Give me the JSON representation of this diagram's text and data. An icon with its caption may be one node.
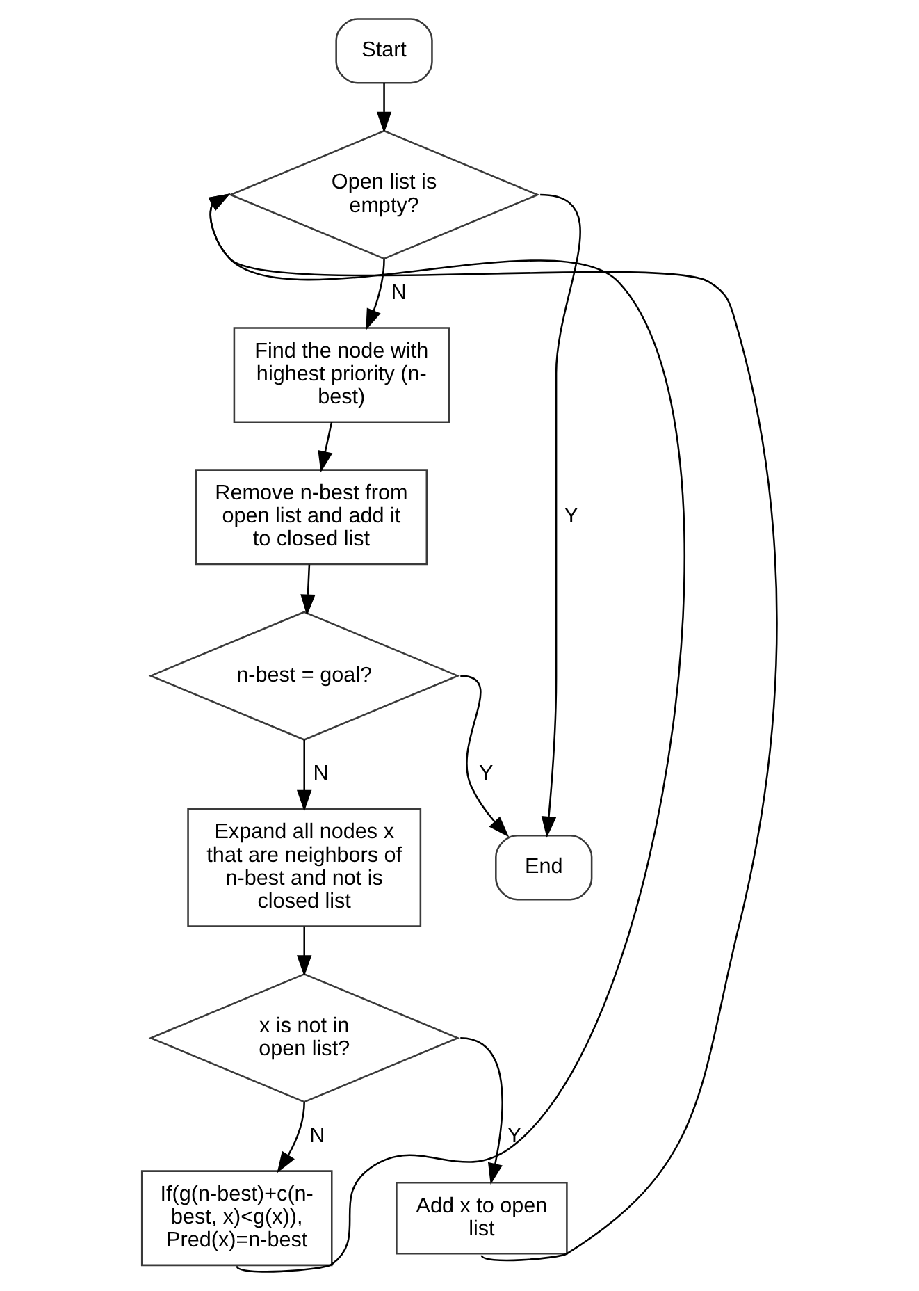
{
  "diagram": {
    "nodes": [
      {
        "text": [
          "Start"
        ]
      },
      {
        "text": [
          "Open list is empty?"
        ]
      },
      {
        "text": [
          "Find the node with highest priority (n- best)"
        ]
      },
      {
        "text": [
          "Remove n-best from open list and add it to closed list"
        ]
      },
      {
        "text": [
          "n-best = goal?"
        ]
      },
      {
        "text": [
          "Expand all nodes x that are neighbors of n-best and not is closed list"
        ]
      },
      {
        "text": [
          "End"
        ]
      },
      {
        "text": [
          "x is not in open list?"
        ]
      },
      {
        "text": [
          "If(g(n-best)+c(n- best, x)<g(x)), Pred(x)=n-best"
        ]
      },
      {
        "text": [
          "Add x to open list"
        ]
      }
    ],
    "edges": [
      {
        "from": 0,
        "to": 1,
        "arrow": "to"
      },
      {
        "from": 1,
        "to": 2,
        "arrow": "to",
        "label": "N"
      },
      {
        "from": 1,
        "to": 6,
        "arrow": "to",
        "label": "Y"
      },
      {
        "from": 2,
        "to": 3,
        "arrow": "to"
      },
      {
        "from": 3,
        "to": 4,
        "arrow": "to"
      },
      {
        "from": 4,
        "to": 5,
        "arrow": "to",
        "label": "N"
      },
      {
        "from": 4,
        "to": 6,
        "arrow": "to",
        "label": "Y"
      },
      {
        "from": 5,
        "to": 7,
        "arrow": "to"
      },
      {
        "from": 7,
        "to": 8,
        "arrow": "to",
        "label": "N"
      },
      {
        "from": 7,
        "to": 9,
        "arrow": "to",
        "label": "Y"
      },
      {
        "from": 8,
        "to": 1,
        "arrow": "to"
      },
      {
        "from": 9,
        "to": 1,
        "arrow": "to"
      }
    ]
  }
}
